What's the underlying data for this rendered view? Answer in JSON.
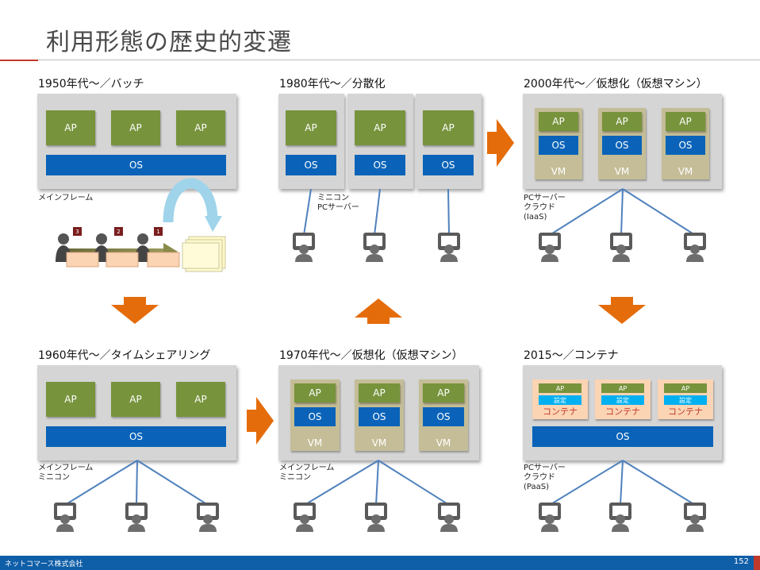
{
  "title": "利用形態の歴史的変遷",
  "panels": {
    "p1950": {
      "heading": "1950年代〜／バッチ",
      "aps": [
        "AP",
        "AP",
        "AP"
      ],
      "os": "OS",
      "caption": "メインフレーム",
      "badges": [
        "3",
        "2",
        "1"
      ]
    },
    "p1980": {
      "heading": "1980年代〜／分散化",
      "aps": [
        "AP",
        "AP",
        "AP"
      ],
      "os": [
        "OS",
        "OS",
        "OS"
      ],
      "caption": "ミニコン\nPCサーバー"
    },
    "p2000": {
      "heading": "2000年代〜／仮想化（仮想マシン）",
      "aps": [
        "AP",
        "AP",
        "AP"
      ],
      "os": [
        "OS",
        "OS",
        "OS"
      ],
      "vm": [
        "VM",
        "VM",
        "VM"
      ],
      "caption": "PCサーバー\nクラウド\n(IaaS)"
    },
    "p1960": {
      "heading": "1960年代〜／タイムシェアリング",
      "aps": [
        "AP",
        "AP",
        "AP"
      ],
      "os": "OS",
      "caption": "メインフレーム\nミニコン"
    },
    "p1970": {
      "heading": "1970年代〜／仮想化（仮想マシン）",
      "aps": [
        "AP",
        "AP",
        "AP"
      ],
      "os": [
        "OS",
        "OS",
        "OS"
      ],
      "vm": [
        "VM",
        "VM",
        "VM"
      ],
      "caption": "メインフレーム\nミニコン"
    },
    "p2015": {
      "heading": "2015〜／コンテナ",
      "aps": [
        "AP",
        "AP",
        "AP"
      ],
      "settings": [
        "設定",
        "設定",
        "設定"
      ],
      "containers": [
        "コンテナ",
        "コンテナ",
        "コンテナ"
      ],
      "os": "OS",
      "caption": "PCサーバー\nクラウド\n(PaaS)"
    }
  },
  "footer": {
    "company": "ネットコマース株式会社",
    "page": "152"
  },
  "colors": {
    "ap": "#77933c",
    "os": "#0a63b8",
    "vm": "#c4bd97",
    "arrow": "#e46c0a",
    "container": "#fbd4b4",
    "setting": "#00b0f0",
    "footer": "#0f5ea8"
  }
}
